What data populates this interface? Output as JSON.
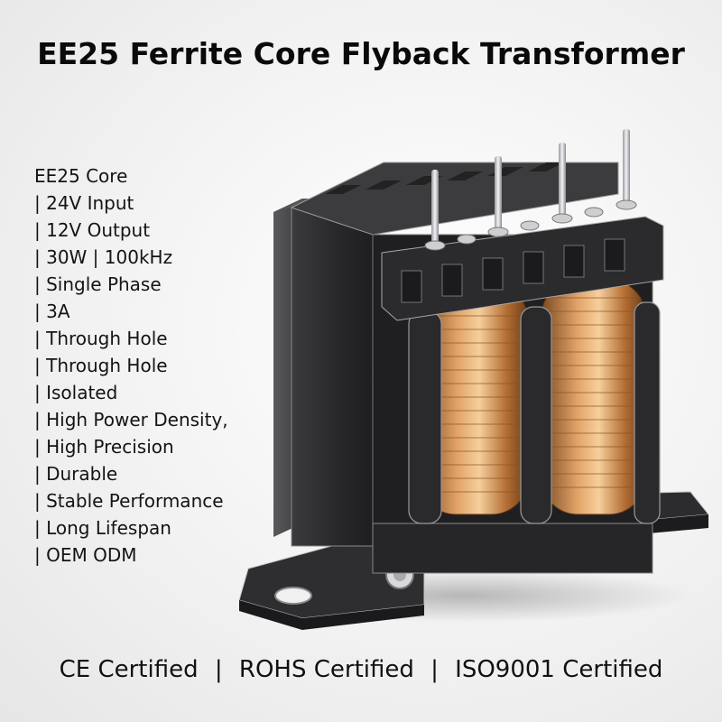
{
  "title": "EE25 Ferrite Core Flyback Transformer",
  "specs": [
    "EE25 Core",
    "| 24V Input",
    "| 12V Output",
    "| 30W | 100kHz",
    "| Single Phase",
    "| 3A",
    "| Through Hole",
    "| Through Hole",
    "| Isolated",
    "| High Power Density,",
    "| High Precision",
    "| Durable",
    "| Stable Performance",
    "| Long Lifespan",
    "| OEM ODM"
  ],
  "certifications": {
    "ce": "CE Certified",
    "rohs": "ROHS Certified",
    "iso": "ISO9001 Certified",
    "separator": "|"
  },
  "product_image": {
    "icon": "flyback-transformer-illustration",
    "colors": {
      "core": "#2f2f31",
      "core_light": "#4a4a4d",
      "copper": "#c8844a",
      "copper_light": "#f0c08a",
      "pin": "#d9d9dc"
    }
  }
}
